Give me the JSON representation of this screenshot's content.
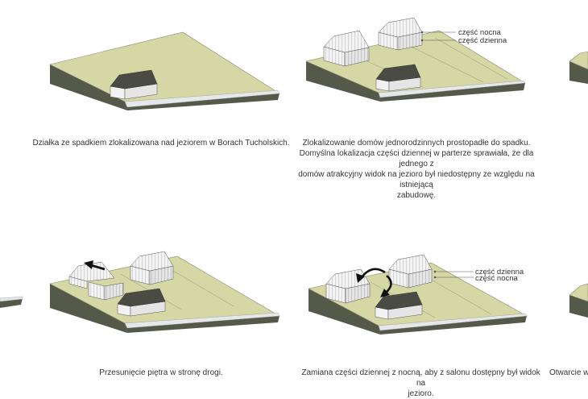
{
  "panels": [
    {
      "caption": "Działka ze spadkiem zlokalizowana nad jeziorem w Borach Tucholskich.",
      "labels": []
    },
    {
      "caption_lines": [
        "Zlokalizowanie domów jednorodzinnych prostopadłe do spadku.",
        "Domyślna lokalizacja części dziennej w parterze sprawiała, że dla jednego z",
        "domów atrakcyjny widok na jezioro był niedostępny ze względu na istniejącą",
        "zabudowę."
      ],
      "labels": [
        "część nocna",
        "część dzienna"
      ]
    },
    {
      "caption": "Przesunięcie piętra w stronę drogi.",
      "labels": []
    },
    {
      "caption_lines": [
        "Zamiana części dziennej z nocną, aby z salonu dostępny był widok na",
        "jezioro."
      ],
      "labels": [
        "część dzienna",
        "część nocna"
      ]
    },
    {
      "caption": "Otwarcie w",
      "labels": []
    }
  ],
  "colors": {
    "grass": "#d6d7a6",
    "grass_dark": "#c6c893",
    "slope": "#54584a",
    "road": "#e4e5e6",
    "wall": "#f1f1f1",
    "line": "#7a7a72"
  }
}
